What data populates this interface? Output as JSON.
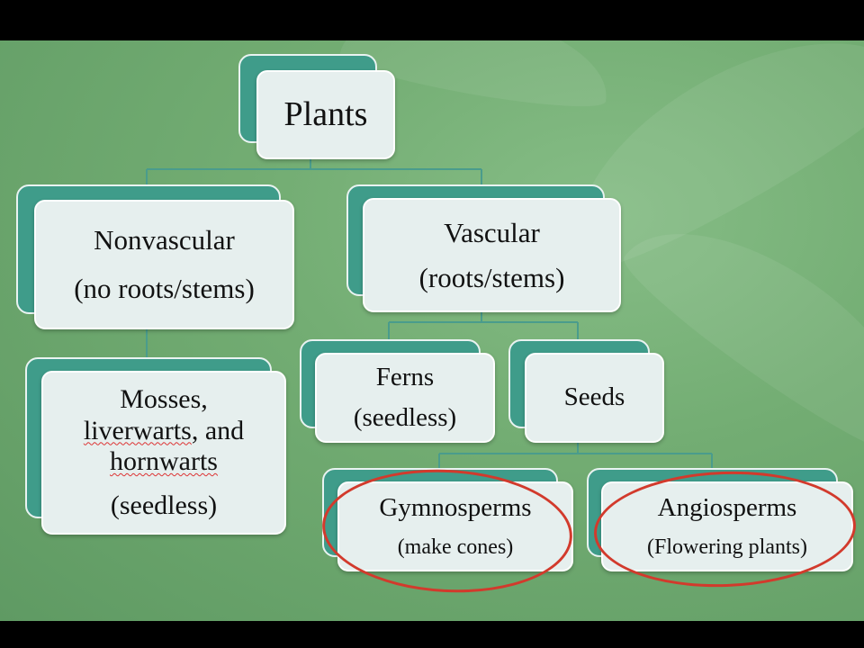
{
  "diagram": {
    "root": {
      "label": "Plants"
    },
    "nonvascular": {
      "title": "Nonvascular",
      "subtitle": "(no roots/stems)"
    },
    "nonvascular_examples": {
      "line1": "Mosses,",
      "line2a": "liverwarts",
      "line2b": ", and",
      "line3": "hornwarts",
      "line4": "(seedless)"
    },
    "vascular": {
      "title": "Vascular",
      "subtitle": "(roots/stems)"
    },
    "ferns": {
      "title": "Ferns",
      "subtitle": "(seedless)"
    },
    "seeds": {
      "title": "Seeds"
    },
    "gymnosperms": {
      "title": "Gymnosperms",
      "subtitle": "(make cones)"
    },
    "angiosperms": {
      "title": "Angiosperms",
      "subtitle": "(Flowering plants)"
    }
  },
  "colors": {
    "background": "#73ad73",
    "box_back": "#3f9c8a",
    "box_front": "#e6efee",
    "highlight_circle": "#d23a2c",
    "connector": "#4a9c8c"
  }
}
